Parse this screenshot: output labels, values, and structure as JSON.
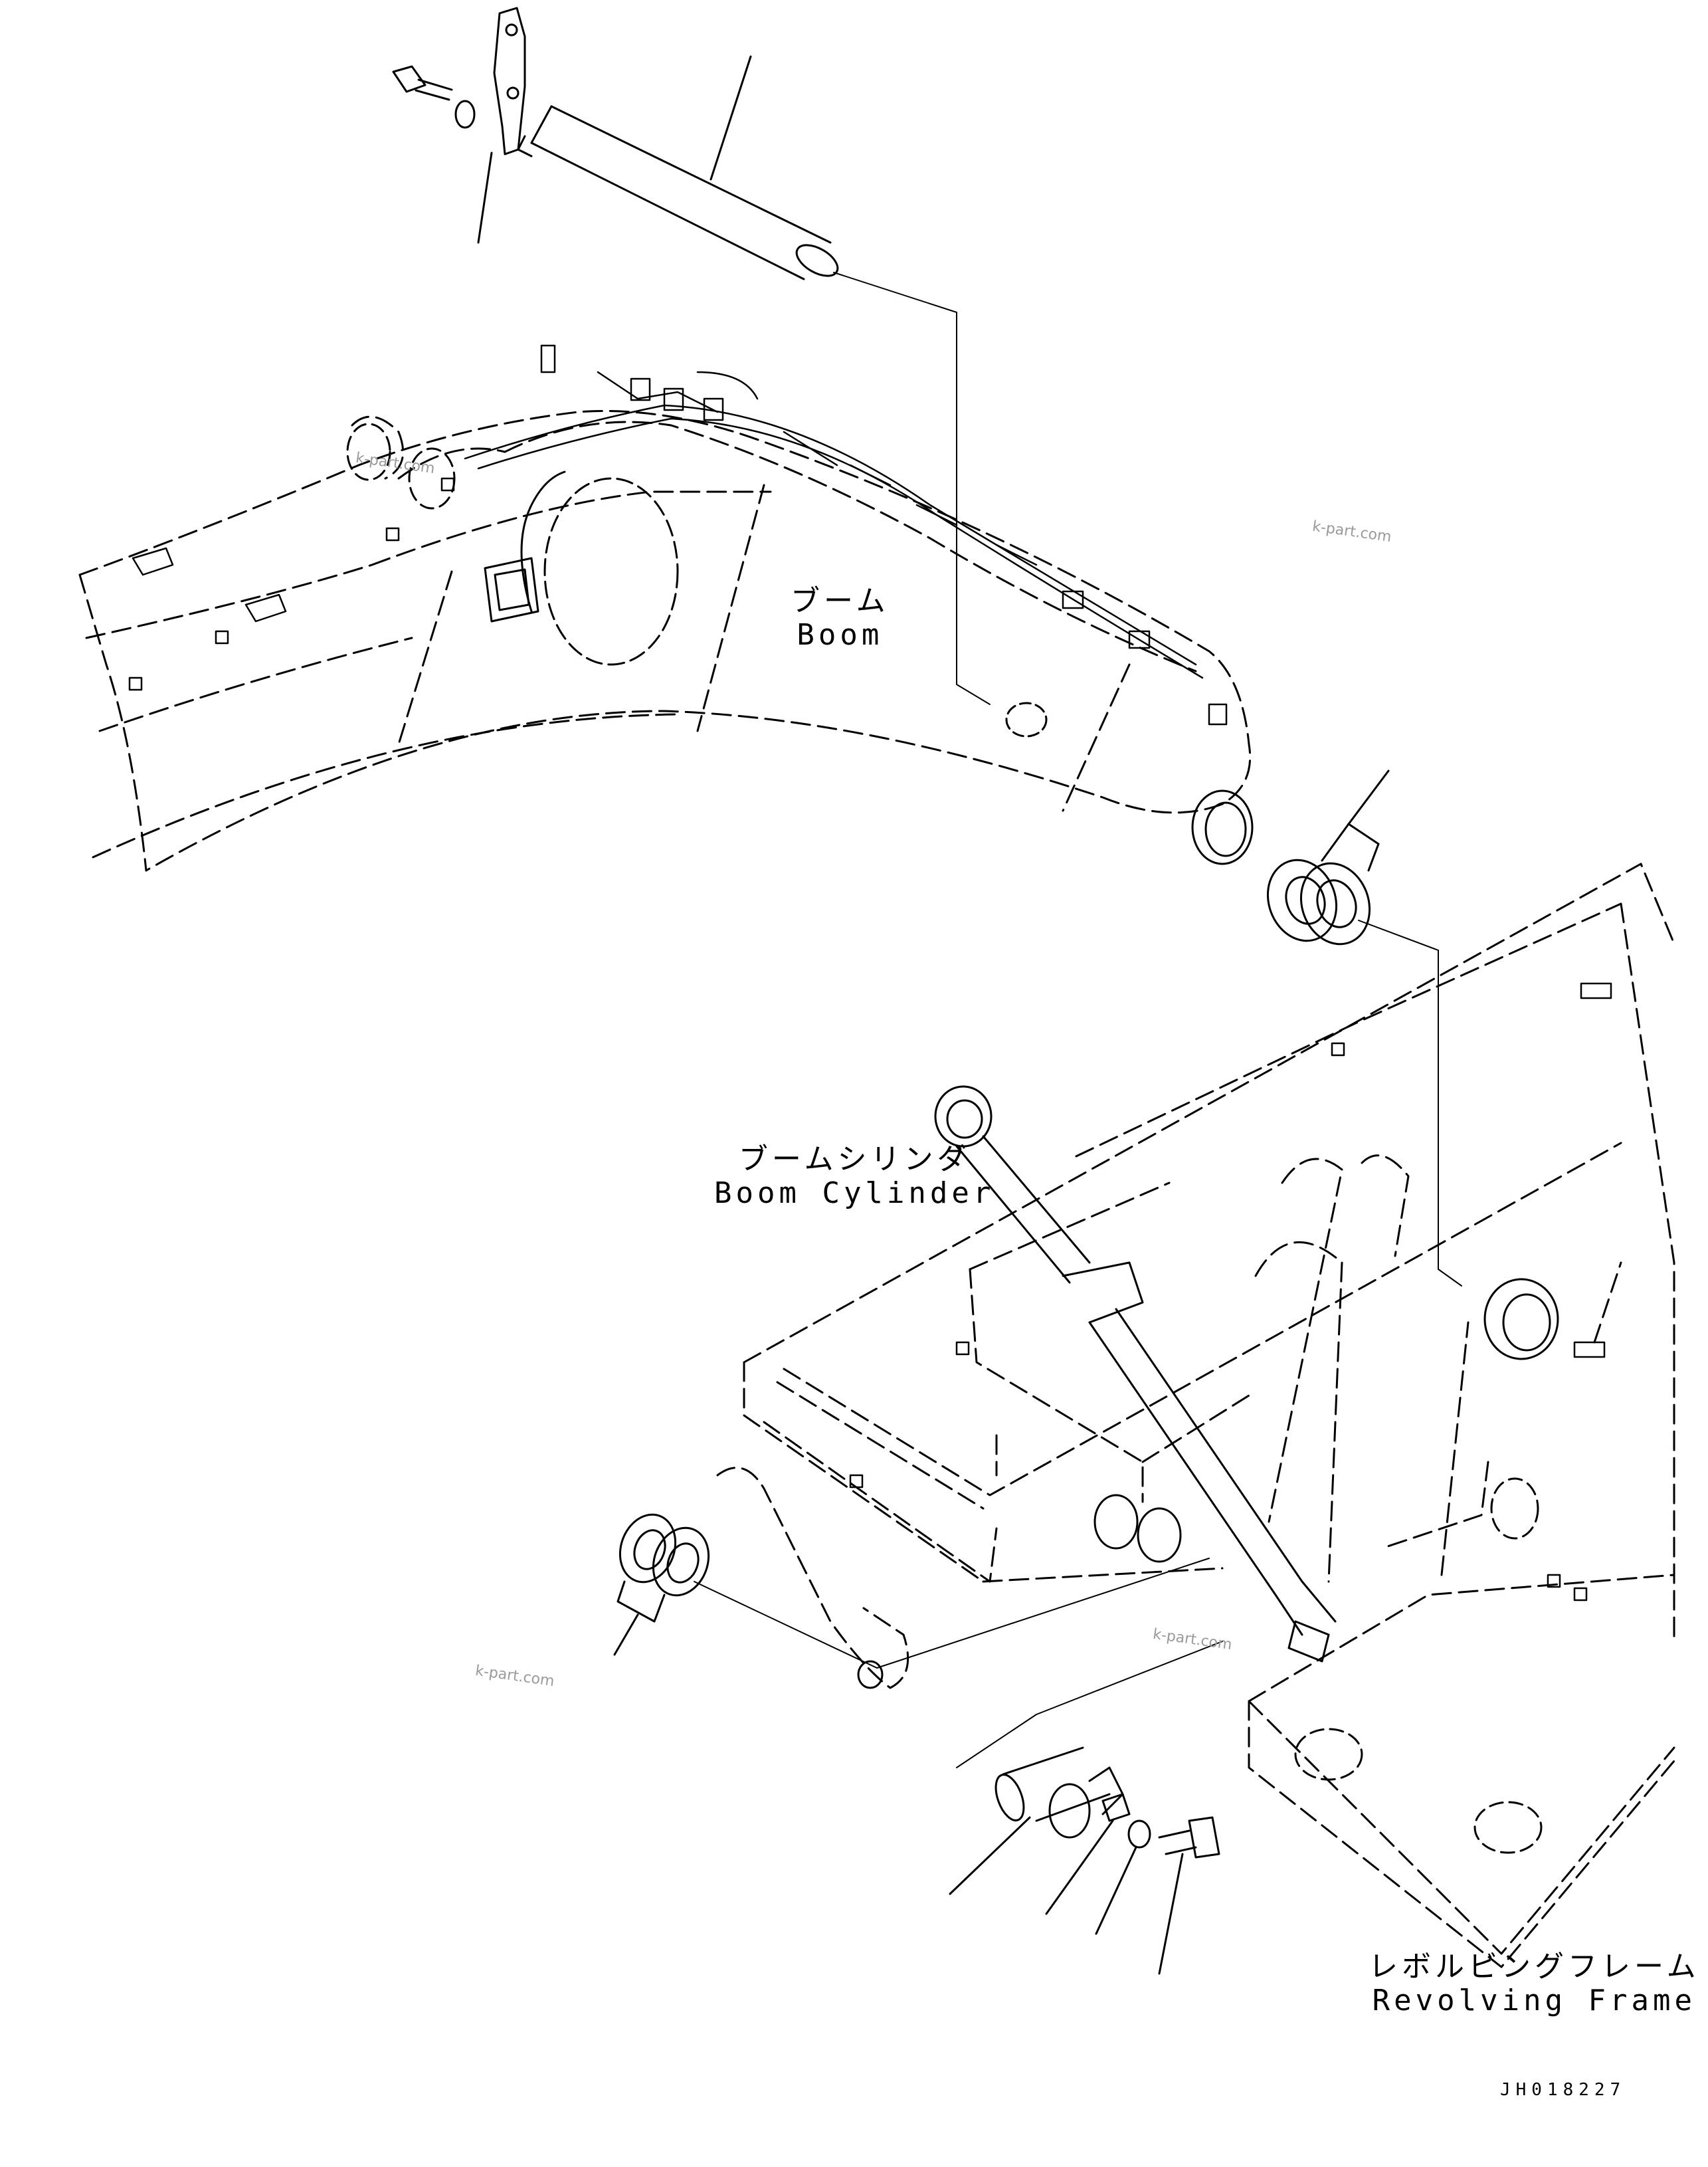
{
  "labels": {
    "boom_jp": "ブーム",
    "boom_en": "Boom",
    "cyl_jp": "ブームシリンダ",
    "cyl_en": "Boom Cylinder",
    "frame_jp": "レボルビングフレーム",
    "frame_en": "Revolving Frame"
  },
  "watermark": "k-part.com",
  "drawing_code": "JH018227",
  "colors": {
    "line": "#000000",
    "watermark": "#9a9a9a"
  }
}
